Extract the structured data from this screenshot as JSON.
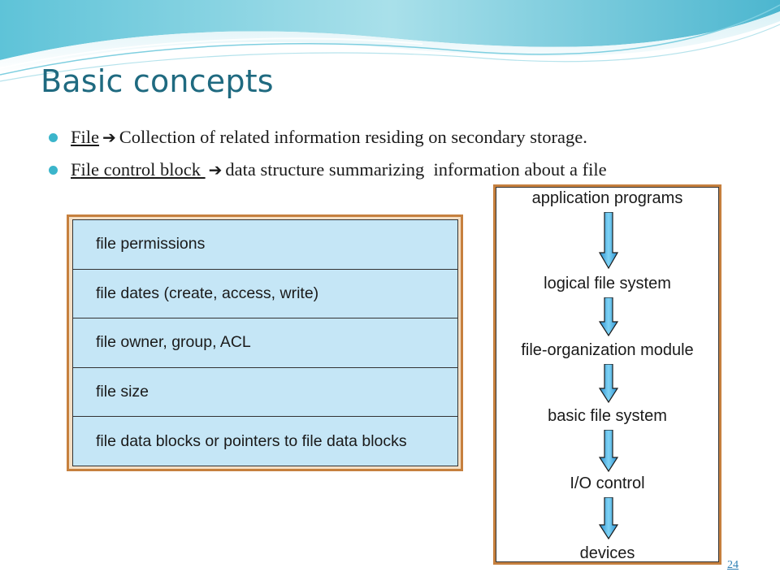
{
  "slide": {
    "title": "Basic concepts",
    "page_number": "24"
  },
  "bullets": [
    {
      "term": "File",
      "arrow_icon": "right-arrow-icon",
      "text": "Collection of related information residing on secondary storage."
    },
    {
      "term": "File control block ",
      "arrow_icon": "right-arrow-icon",
      "text": "data structure summarizing  information about a file"
    }
  ],
  "fcb_table": {
    "rows": [
      "file permissions",
      "file dates (create, access, write)",
      "file owner, group, ACL",
      "file size",
      "file data blocks or pointers to file data blocks"
    ]
  },
  "layers": {
    "items": [
      "application programs",
      "logical file system",
      "file-organization module",
      "basic file system",
      "I/O control",
      "devices"
    ]
  },
  "colors": {
    "title": "#1f6a80",
    "bullet_dot": "#3bb5cb",
    "table_fill": "#c5e6f6",
    "frame": "#c6803e",
    "arrow_fill": "#4fb8e6"
  }
}
